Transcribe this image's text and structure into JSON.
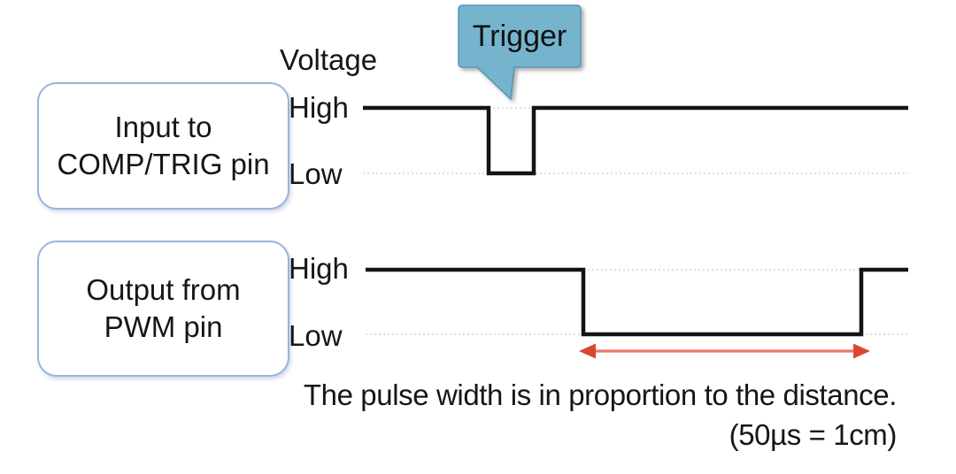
{
  "trigger_callout": {
    "label": "Trigger"
  },
  "voltage_axis": {
    "label": "Voltage"
  },
  "input_signal": {
    "source_label_lines": [
      "Input to",
      "COMP/TRIG pin"
    ],
    "high_label": "High",
    "low_label": "Low"
  },
  "output_signal": {
    "source_label_lines": [
      "Output from",
      "PWM pin"
    ],
    "high_label": "High",
    "low_label": "Low"
  },
  "caption": {
    "line1": "The pulse width is in proportion to the distance.",
    "line2": "(50µs = 1cm)"
  },
  "colors": {
    "callout_fill": "#76B4CE",
    "callout_border": "#5695B5",
    "box_border": "#98B4DC",
    "waveform": "#141414",
    "reference_line": "#c9c9c9",
    "pulse_arrow_line": "#EC7A68",
    "pulse_arrow_head": "#DC4630"
  },
  "chart_data": {
    "type": "timing-diagram",
    "signals": [
      {
        "name": "Input to COMP/TRIG pin",
        "levels": [
          "High",
          "Low"
        ],
        "sequence": "High, short Low trigger pulse, High"
      },
      {
        "name": "Output from PWM pin",
        "levels": [
          "High",
          "Low"
        ],
        "sequence": "High, long Low pulse after trigger, High"
      }
    ],
    "annotation": "Red double-headed arrow marks the output low pulse width; 50µs corresponds to 1cm of distance"
  }
}
